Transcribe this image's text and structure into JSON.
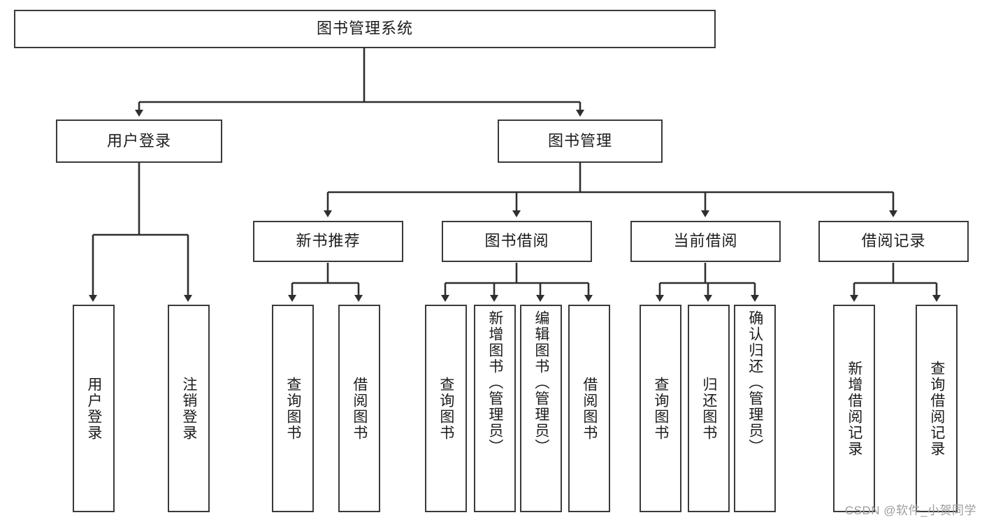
{
  "diagram": {
    "title": "图书管理系统",
    "type": "tree",
    "root": "图书管理系统",
    "watermark": "CSDN @软件_小贺同学",
    "colors": {
      "box_border": "#3a3a3a",
      "box_fill": "#ffffff",
      "connector": "#2f2f2f",
      "text": "#1c1c1c",
      "watermark": "#9d9d9d",
      "background": "#ffffff"
    },
    "level1": [
      {
        "label": "用户登录"
      },
      {
        "label": "图书管理"
      }
    ],
    "level2": [
      {
        "label": "新书推荐"
      },
      {
        "label": "图书借阅"
      },
      {
        "label": "当前借阅"
      },
      {
        "label": "借阅记录"
      }
    ],
    "leaves": {
      "user_login": [
        {
          "label": "用户登录"
        },
        {
          "label": "注销登录"
        }
      ],
      "new_book": [
        {
          "label": "查询图书"
        },
        {
          "label": "借阅图书"
        }
      ],
      "book_borrow": [
        {
          "label": "查询图书"
        },
        {
          "label": "新增图书（管理员）"
        },
        {
          "label": "编辑图书（管理员）"
        },
        {
          "label": "借阅图书"
        }
      ],
      "current_borrow": [
        {
          "label": "查询图书"
        },
        {
          "label": "归还图书"
        },
        {
          "label": "确认归还（管理员）"
        }
      ],
      "borrow_record": [
        {
          "label": "新增借阅记录"
        },
        {
          "label": "查询借阅记录"
        }
      ]
    }
  }
}
